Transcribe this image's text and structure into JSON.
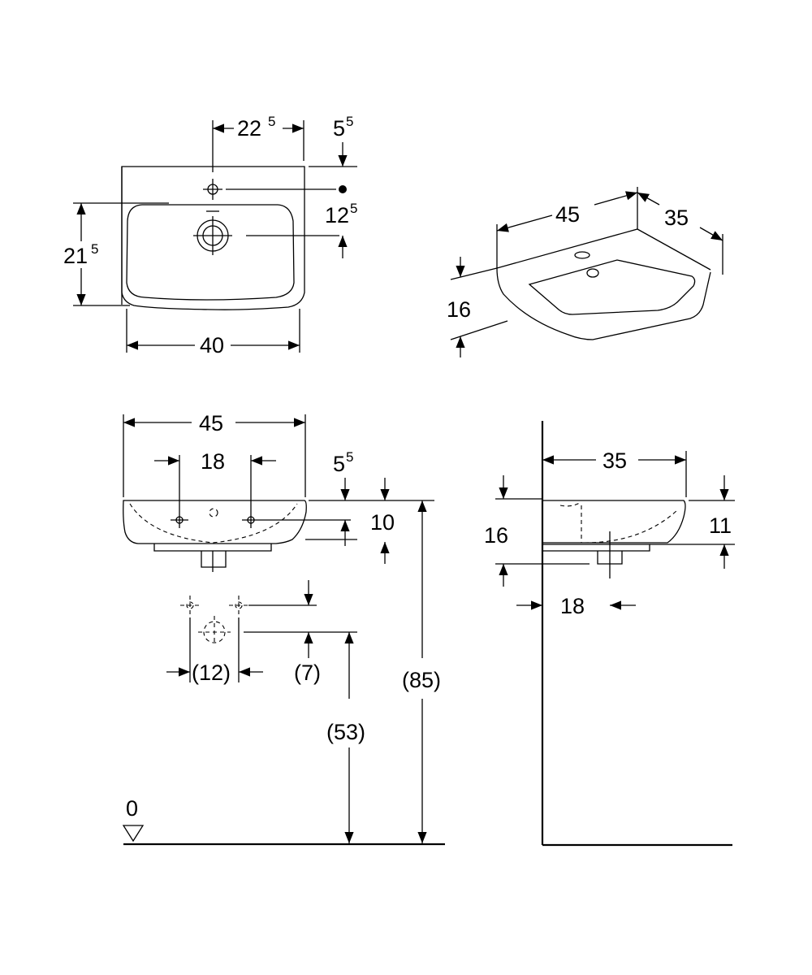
{
  "top_view": {
    "dim_top": "22",
    "dim_top_sup": "5",
    "dim_right_top": "5",
    "dim_right_top_sup": "5",
    "dim_right_mid": "12",
    "dim_right_mid_sup": "5",
    "dim_left": "21",
    "dim_left_sup": "5",
    "dim_bottom": "40"
  },
  "iso_view": {
    "dim_width": "45",
    "dim_depth": "35",
    "dim_height": "16"
  },
  "front_view": {
    "dim_width": "45",
    "dim_holes": "18",
    "dim_top_offset": "5",
    "dim_top_offset_sup": "5",
    "dim_holes_height": "10",
    "dim_supply_spacing": "(12)",
    "dim_supply_drop": "(7)",
    "dim_outlet_height": "(53)",
    "dim_total_height": "(85)",
    "floor_level": "0"
  },
  "side_view": {
    "dim_depth": "35",
    "dim_height": "16",
    "dim_rim": "11",
    "dim_outlet_offset": "18"
  }
}
